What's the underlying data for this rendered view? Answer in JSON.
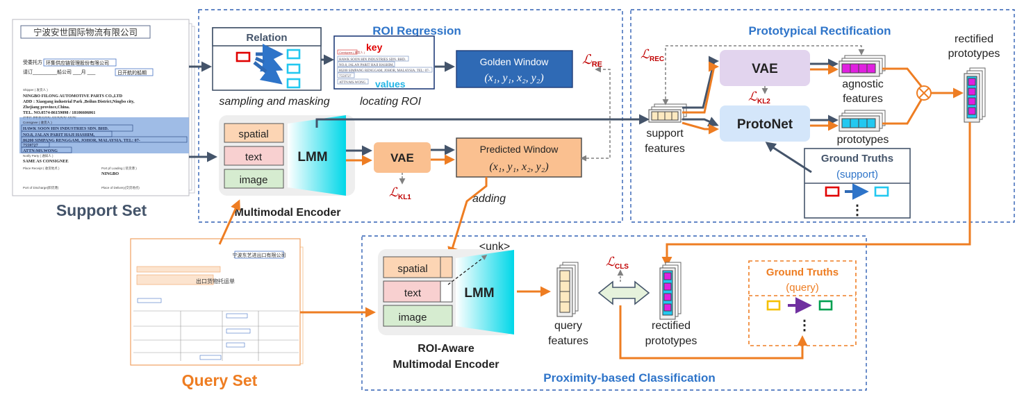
{
  "sections": {
    "roi_regression": "ROI Regression",
    "prototypical_rectification": "Prototypical Rectification",
    "proximity_classification": "Proximity-based Classification",
    "multimodal_encoder": "Multimodal Encoder",
    "roi_aware_encoder_line1": "ROI-Aware",
    "roi_aware_encoder_line2": "Multimodal Encoder"
  },
  "sets": {
    "support": "Support Set",
    "query": "Query Set"
  },
  "support_doc": {
    "company": "宁波安世国际物流有限公司",
    "line_consign": "受委托方",
    "line_consign_value": "环集供应链管理股份有限公司",
    "line_ask": "请订_________船公司 ___月 ___",
    "line_ask_value": "日开航的船期",
    "shipper_label": "Shipper ( 发货人 )",
    "shipper_1": "NINGBO FILONG AUTOMOTIVE PARTS CO.,LTD",
    "shipper_2": "ADD : Xiaogang industrial Park ,Beilun District,Ningbo city,",
    "shipper_3": "Zhejiang province,China.",
    "shipper_4": "TEL. NO.0574-86159098 / 18106606061",
    "shipper_5": "CTC PERSON:SUNNY SUN",
    "consignee_label": "Consignee ( 收货人 )",
    "consignee_1": "HAWK SOON HIN INDUSTRIES SDN. BHD.",
    "consignee_2": "NO.8, JALAN PARIT HAJI HASHIM,",
    "consignee_3": "86200 SIMPANG RENGGAM, JOHOR, MALAYSIA. TEL: 07-",
    "consignee_4": "7559727",
    "consignee_5": "ATTN:MS.WONG",
    "notify_label": "Notify Party ( 通知人 )",
    "notify_value": "SAME AS CONSIGNEE",
    "place_receipt": "Place Receipt ( 收货地点 )",
    "port_loading": "Port pf Loading ( 装货港 )",
    "port_loading_value": "NINGBO",
    "port_discharge": "Port of Discharge(卸货港)",
    "place_delivery": "Place of Delivery(交货地点)"
  },
  "relation": {
    "title": "Relation",
    "caption": "sampling and masking"
  },
  "roi_snippet": {
    "key": "key",
    "values": "values",
    "key_small": "Consignee ( 收货人 )",
    "line1": "HAWK SOON HIN INDUSTRIES SDN. BHD.",
    "line2": "NO.8, JALAN PARIT HAJI HASHIM,",
    "line3": "86200 SIMPANG RENGGAM, JOHOR, MALAYSIA. TEL: 07-",
    "line4": "7559727",
    "line5": "ATTN:MS.WONG",
    "caption": "locating ROI"
  },
  "golden_window": {
    "title": "Golden Window",
    "coords": "(x₁, y₁, x₂, y₂)",
    "loss": "ℒ",
    "loss_sub": "RE"
  },
  "encoder": {
    "spatial": "spatial",
    "text": "text",
    "image": "image",
    "lmm": "LMM"
  },
  "vae_mid": {
    "label": "VAE",
    "loss": "ℒ",
    "loss_sub": "KL1"
  },
  "predicted_window": {
    "title": "Predicted Window",
    "coords": "(x₁, y₁, x₂, y₂)",
    "adding": "adding"
  },
  "rectification": {
    "loss_rec": "ℒ",
    "loss_rec_sub": "REC",
    "vae": "VAE",
    "loss_kl2": "ℒ",
    "loss_kl2_sub": "KL2",
    "protonet": "ProtoNet",
    "agnostic_features": [
      "agnostic",
      "features"
    ],
    "prototypes": "prototypes",
    "support_features": [
      "support",
      "features"
    ],
    "rectified_prototypes": [
      "rectified",
      "prototypes"
    ],
    "gt_title": "Ground Truths",
    "gt_sub": "(support)",
    "ellipsis": "⋮"
  },
  "query_doc": {
    "title": "出口货物托运单",
    "header_right": "宁波东艺进出口有限公司"
  },
  "roi_aware": {
    "unk": "<unk>",
    "spatial": "spatial",
    "text": "text",
    "image": "image",
    "lmm": "LMM"
  },
  "classification": {
    "query_features": [
      "query",
      "features"
    ],
    "rectified_prototypes": [
      "rectified",
      "prototypes"
    ],
    "loss": "ℒ",
    "loss_sub": "CLS",
    "gt_title": "Ground Truths",
    "gt_sub": "(query)",
    "ellipsis": "⋮"
  },
  "colors": {
    "dash_blue": "#2f5fb3",
    "title_blue": "#2e74c9",
    "orange": "#ee7d22",
    "dark_arrow": "#44546a",
    "golden_fill": "#2f6ab5",
    "predicted_fill": "#fac090",
    "vae_purple": "#e2d4ee",
    "protonet_blue": "#d4e6fa",
    "magenta": "#e020e0",
    "cyan": "#22c8f0",
    "red": "#e00000",
    "loss_red": "#c00000"
  }
}
